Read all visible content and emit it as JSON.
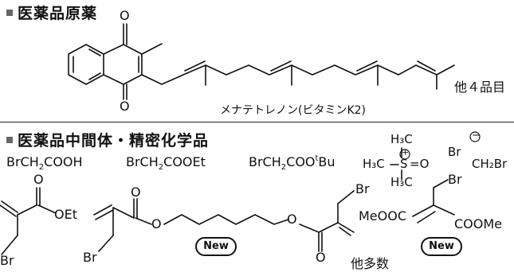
{
  "section1": {
    "heading": "医薬品原薬",
    "compound_name": "メナテトレノン(ビタミンK2)",
    "others_text": "他４品目"
  },
  "section2": {
    "heading": "医薬品中間体・精密化学品",
    "compounds": {
      "bromoacetic_acid": {
        "a": "BrCH",
        "b": "2",
        "c": "COOH"
      },
      "ethyl_bromoacetate": {
        "a": "BrCH",
        "b": "2",
        "c": "COOEt"
      },
      "tbutyl_bromoacetate": {
        "a": "BrCH",
        "b": "2",
        "c": "COO",
        "d": "t",
        "e": "Bu"
      },
      "sulfoxonium": {
        "h3c_top": "H₃C",
        "h3c_left": "H₃C",
        "h3c_bottom": "H₃C",
        "s": "S",
        "eq_o": "=O",
        "plus": "+",
        "br": "Br",
        "minus": "−",
        "ch2br": "CH₂Br"
      },
      "acrylate_left": {
        "br": "Br",
        "o": "O",
        "oet": "OEt"
      },
      "diester": {
        "br_left": "Br",
        "o1": "O",
        "o2": "O",
        "o3": "O",
        "o4": "O",
        "br_right": "Br"
      },
      "maleate": {
        "meooc": "MeOOC",
        "coome": "COOMe",
        "br": "Br"
      }
    },
    "new_label": "New",
    "others_text": "他多数"
  }
}
